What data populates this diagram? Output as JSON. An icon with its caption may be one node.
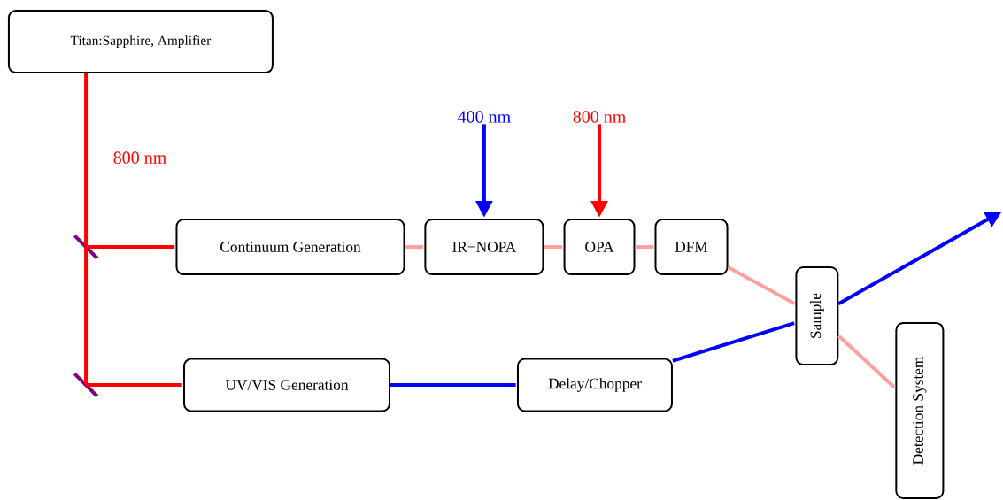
{
  "diagram": {
    "nodes": [
      {
        "text": [
          "Titan:Sapphire, Amplifier"
        ]
      },
      {
        "text": [
          "Continuum Generation"
        ]
      },
      {
        "text": [
          "IR−NOPA"
        ]
      },
      {
        "text": [
          "OPA"
        ]
      },
      {
        "text": [
          "DFM"
        ]
      },
      {
        "text": [
          "UV/VIS Generation"
        ]
      },
      {
        "text": [
          "Delay/Chopper"
        ]
      },
      {
        "text": [
          "Sample"
        ]
      },
      {
        "text": [
          "Detection System"
        ]
      },
      {
        "text": [],
        "shape": "bar"
      },
      {
        "text": [],
        "shape": "bar"
      },
      {
        "text": [
          "400 nm"
        ]
      },
      {
        "text": [
          "800 nm"
        ]
      }
    ],
    "edges": [
      {
        "from": 0,
        "to": 9,
        "arrow": "none",
        "color": "#ff0000"
      },
      {
        "from": 9,
        "to": 10,
        "arrow": "none",
        "color": "#ff0000"
      },
      {
        "from": 9,
        "to": 1,
        "arrow": "none",
        "color": "#ff0000"
      },
      {
        "from": 10,
        "to": 5,
        "arrow": "none",
        "color": "#ff0000"
      },
      {
        "from": 1,
        "to": 2,
        "arrow": "none",
        "color": "#ffa0a0"
      },
      {
        "from": 2,
        "to": 3,
        "arrow": "none",
        "color": "#ffa0a0"
      },
      {
        "from": 3,
        "to": 4,
        "arrow": "none",
        "color": "#ffa0a0"
      },
      {
        "from": 4,
        "to": 7,
        "arrow": "none",
        "color": "#ffa0a0"
      },
      {
        "from": 7,
        "to": 8,
        "arrow": "none",
        "color": "#ffa0a0"
      },
      {
        "from": 5,
        "to": 6,
        "arrow": "none",
        "color": "#0000ff"
      },
      {
        "from": 6,
        "to": 7,
        "arrow": "none",
        "color": "#0000ff"
      },
      {
        "from": 7,
        "to": null,
        "arrow": "to",
        "color": "#0000ff"
      },
      {
        "from": 11,
        "to": 2,
        "arrow": "to",
        "color": "#0000ff"
      },
      {
        "from": 12,
        "to": 3,
        "arrow": "to",
        "color": "#ff0000"
      }
    ],
    "labels": [
      "800 nm"
    ]
  }
}
